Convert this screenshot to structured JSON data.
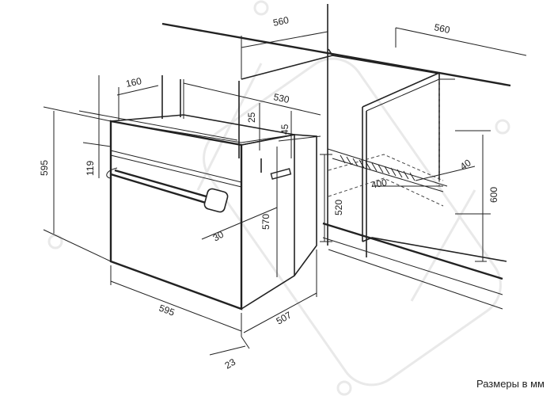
{
  "dimensions": {
    "niche_depth_top": "560",
    "niche_depth_right": "560",
    "oven_top_depth": "160",
    "body_depth": "530",
    "panel_25": "25",
    "panel_45": "45",
    "handle_height": "119",
    "overall_height": "595",
    "overall_width": "595",
    "body_width_side": "507",
    "front_offset": "23",
    "door_offset": "30",
    "body_height": "570",
    "niche_min_height": "520",
    "vent_depth": "400",
    "vent_gap": "40",
    "niche_height": "600"
  },
  "units_note": "Размеры в мм",
  "colors": {
    "line": "#222222",
    "watermark": "#e9e9e9"
  }
}
